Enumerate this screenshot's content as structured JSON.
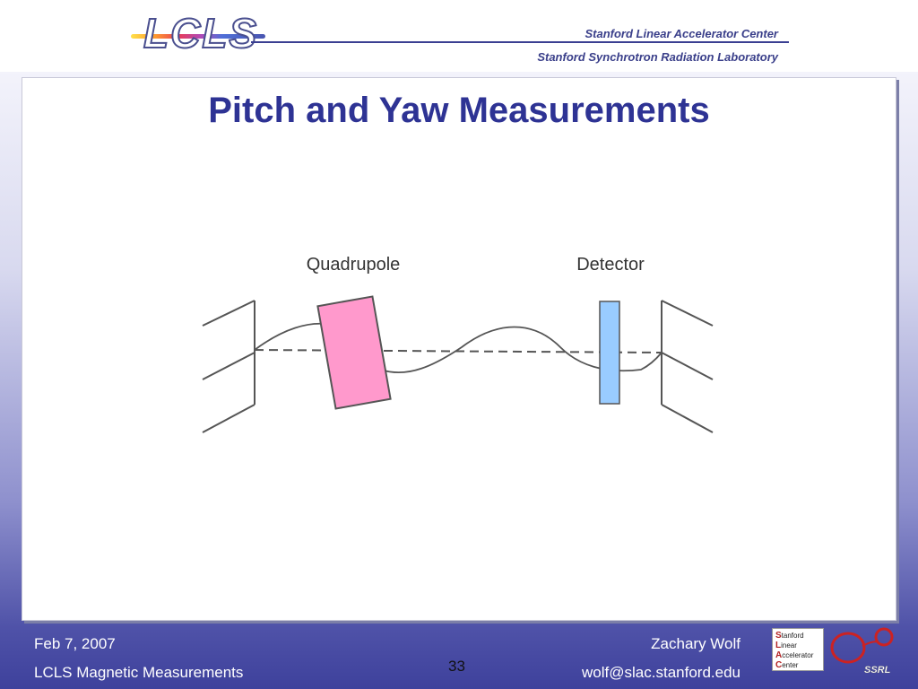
{
  "header": {
    "logo_text": "LCLS",
    "org_line1": "Stanford Linear Accelerator Center",
    "org_line2": "Stanford Synchrotron Radiation Laboratory"
  },
  "slide": {
    "title": "Pitch and Yaw Measurements",
    "diagram": {
      "quadrupole_label": "Quadrupole",
      "detector_label": "Detector",
      "colors": {
        "quadrupole": "#ff99cc",
        "detector": "#99ccff",
        "lines": "#555555"
      }
    }
  },
  "footer": {
    "date": "Feb 7, 2007",
    "talk_title": "LCLS Magnetic Measurements",
    "author": "Zachary Wolf",
    "email": "wolf@slac.stanford.edu",
    "page_number": "33",
    "slac_logo": {
      "line1": "tanford",
      "line2": "inear",
      "line3": "ccelerator",
      "line4": "enter",
      "initials": [
        "S",
        "L",
        "A",
        "C"
      ]
    },
    "ssrl_logo_text": "SSRL"
  }
}
